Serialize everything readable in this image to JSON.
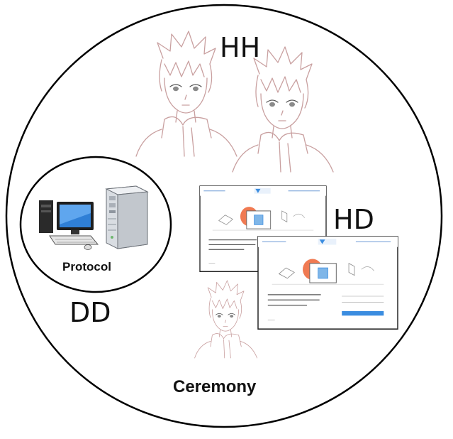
{
  "labels": {
    "hh": "HH",
    "hd": "HD",
    "dd": "DD",
    "protocol": "Protocol",
    "ceremony": "Ceremony"
  },
  "icons": [
    "human-sketch-icon",
    "desktop-computer-icon",
    "server-tower-icon",
    "web-page-screenshot-icon"
  ],
  "colors": {
    "outline": "#000000",
    "sketch": "#c9a0a0",
    "accent_orange": "#f07a52",
    "accent_blue": "#3b8de0"
  }
}
